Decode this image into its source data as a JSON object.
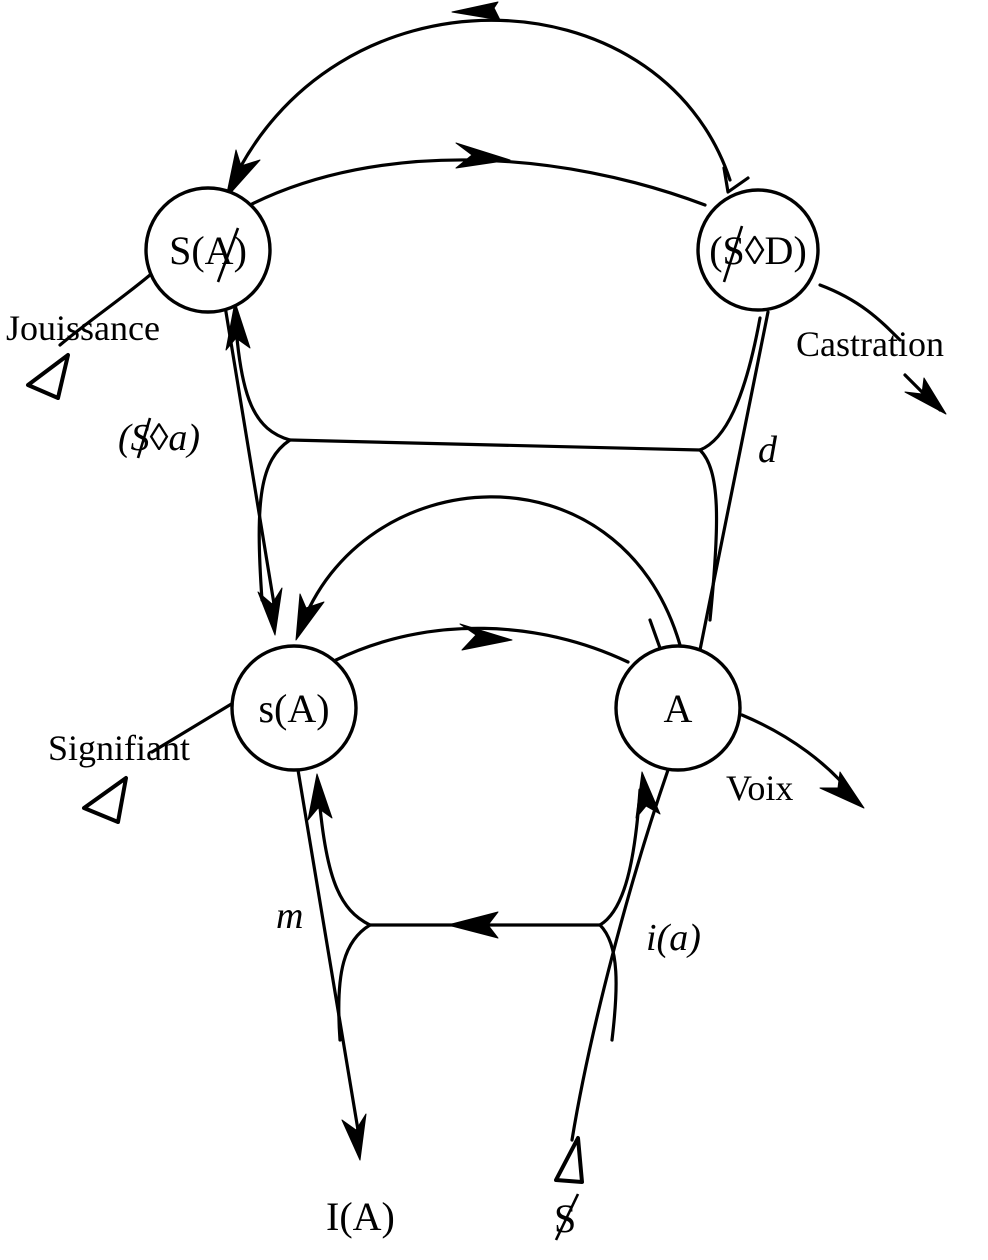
{
  "nodes": {
    "s_barred_a": "S(A)",
    "barred_s_d": "(S◊D)",
    "small_s_a": "s(A)",
    "big_a": "A"
  },
  "labels": {
    "jouissance": "Jouissance",
    "castration": "Castration",
    "barred_s_a": "(S◊a)",
    "d": "d",
    "signifiant": "Signifiant",
    "voix": "Voix",
    "m": "m",
    "i_a": "i(a)",
    "i_big_a": "I(A)",
    "barred_s": "S"
  }
}
